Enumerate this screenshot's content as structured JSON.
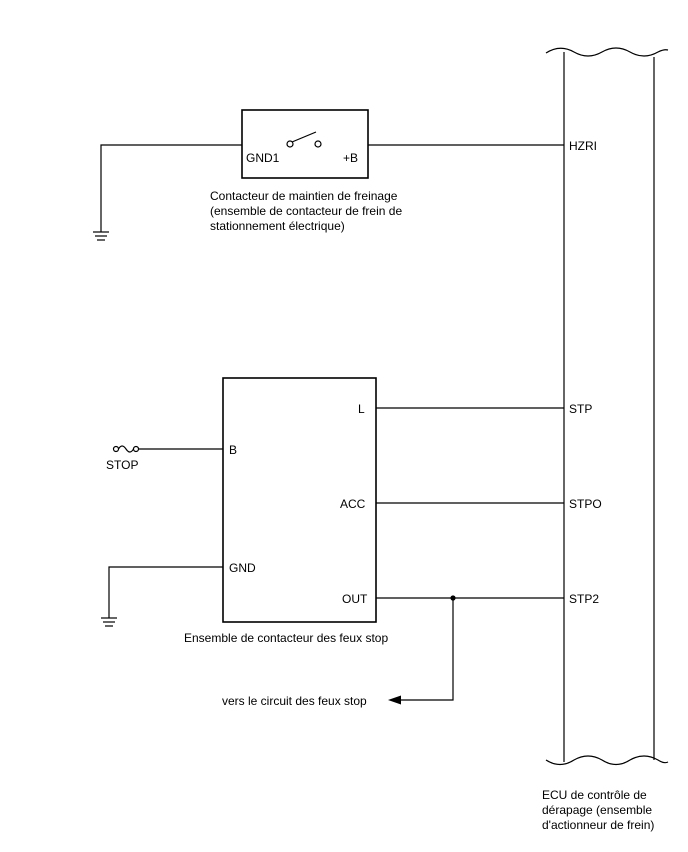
{
  "ecu": {
    "caption_lines": [
      "ECU de contrôle de",
      "dérapage (ensemble",
      "d'actionneur de frein)"
    ],
    "terminals": {
      "hzri": "HZRI",
      "stp": "STP",
      "stpo": "STPO",
      "stp2": "STP2"
    }
  },
  "brake_hold_switch": {
    "terminal_left": "GND1",
    "terminal_right": "+B",
    "caption_lines": [
      "Contacteur de maintien de freinage",
      "(ensemble de contacteur de frein de",
      "stationnement électrique)"
    ]
  },
  "stop_lamp_switch": {
    "terminals": {
      "b": "B",
      "gnd": "GND",
      "l": "L",
      "acc": "ACC",
      "out": "OUT"
    },
    "caption": "Ensemble de contacteur des feux stop"
  },
  "fuse": {
    "label": "STOP"
  },
  "arrow_note": "vers le circuit des feux stop"
}
